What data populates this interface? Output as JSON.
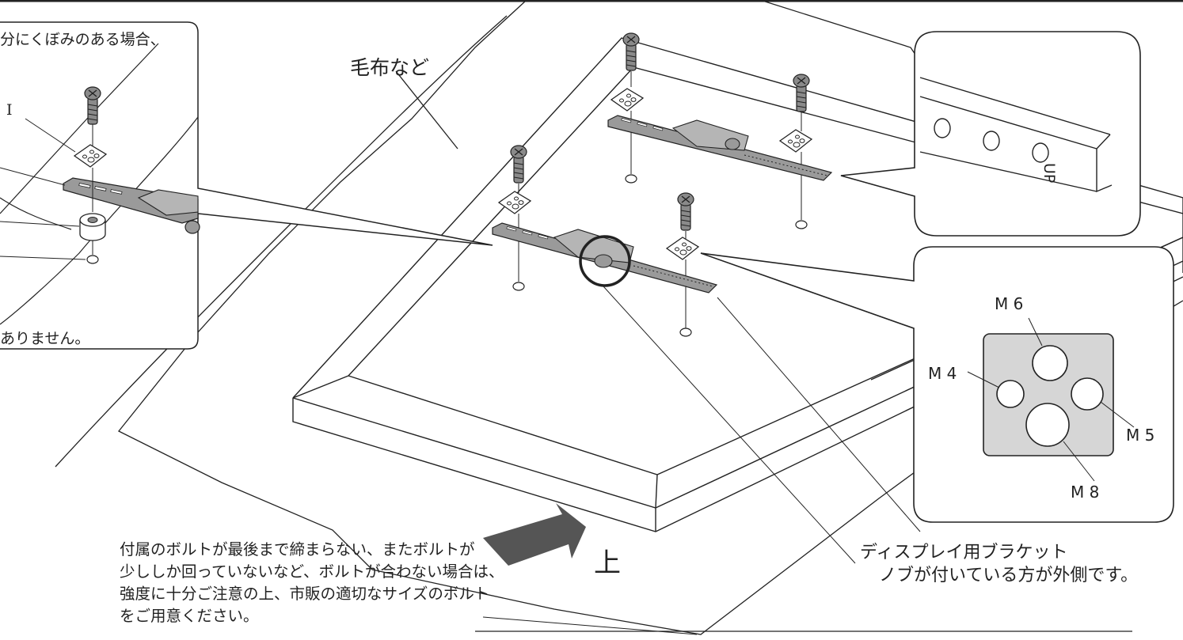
{
  "labels": {
    "inset_top": "分にくぼみのある場合、",
    "inset_label_i": "I",
    "inset_bottom": "ありません。",
    "blanket": "毛布など",
    "up_direction": "上",
    "bracket_name": "ディスプレイ用ブラケット",
    "bracket_note": "ノブが付いている方が外側です。",
    "up_mark": "UP"
  },
  "note_lines": [
    "付属のボルトが最後まで締まらない、またボルトが",
    "少ししか回っていないなど、ボルトが合わない場合は、",
    "強度に十分ご注意の上、市販の適切なサイズのボルト",
    "をご用意ください。"
  ],
  "spacer": {
    "hole_m6": "M 6",
    "hole_m4": "M 4",
    "hole_m5": "M 5",
    "hole_m8": "M 8"
  },
  "colors": {
    "line": "#222222",
    "arrow": "#555555",
    "spacer_fill": "#d6d6d6",
    "bolt_fill": "#8a8a8a"
  }
}
